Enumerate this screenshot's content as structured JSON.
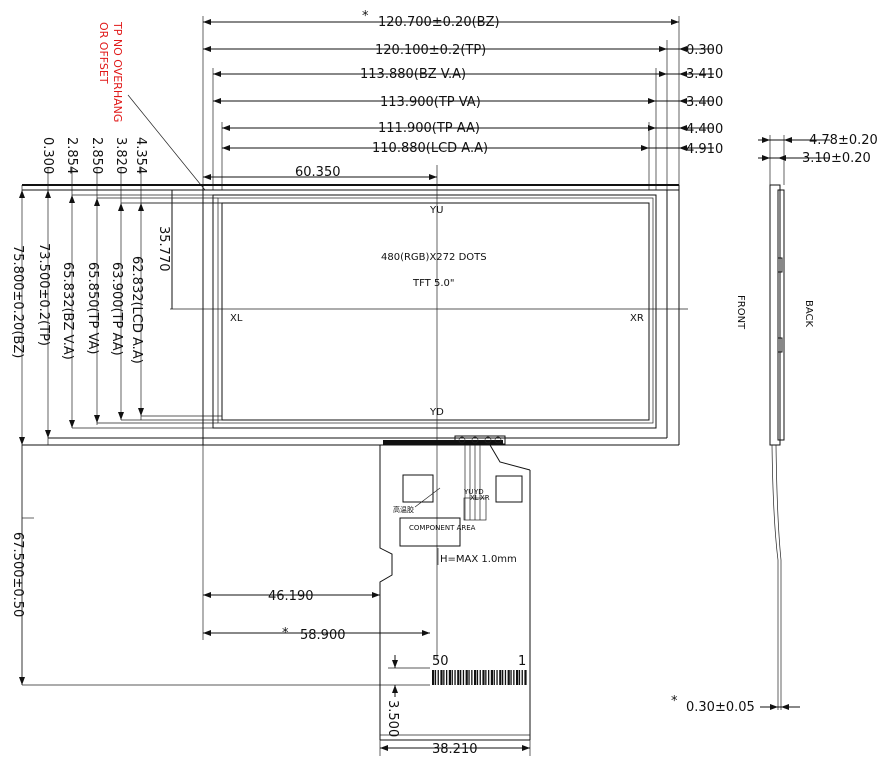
{
  "colors": {
    "line": "#111111",
    "note": "#e01818",
    "background": "#ffffff"
  },
  "note": {
    "line1": "TP NO OVERHANG",
    "line2": "OR OFFSET"
  },
  "dimensions": {
    "bz_width": "120.700±0.20(BZ)",
    "tp_width": "120.100±0.2(TP)",
    "bz_va_width": "113.880(BZ V.A)",
    "tp_va_width": "113.900(TP VA)",
    "tp_aa_width": "111.900(TP AA)",
    "lcd_aa_width": "110.880(LCD A.A)",
    "right_0300": "0.300",
    "right_3410": "3.410",
    "right_3400": "3.400",
    "right_4400": "4.400",
    "right_4910": "4.910",
    "center_x": "60.350",
    "center_y": "35.770",
    "left_0300": "0.300",
    "left_2854": "2.854",
    "left_2850": "2.850",
    "left_3820": "3.820",
    "left_4354": "4.354",
    "bz_height": "75.800±0.20(BZ)",
    "tp_height": "73.500±0.2(TP)",
    "bz_va_height": "65.832(BZ V.A)",
    "tp_va_height": "65.850(TP VA)",
    "tp_aa_height": "63.900(TP AA)",
    "lcd_aa_height": "62.832(LCD A.A)",
    "fpc_offset_1": "46.190",
    "fpc_offset_2": "58.900",
    "total_height": "67.500±0.50",
    "fpc_width": "38.210",
    "pad_height": "3.500",
    "side_total": "4.78±0.20",
    "side_body": "3.10±0.20",
    "fpc_thickness": "0.30±0.05"
  },
  "labels": {
    "yu": "YU",
    "yd": "YD",
    "xl": "XL",
    "xr": "XR",
    "resolution": "480(RGB)X272 DOTS",
    "panel_type": "TFT 5.0\"",
    "front": "FRONT",
    "back": "BACK",
    "component_area": "COMPONENT AREA",
    "chinese_label": "高温胶",
    "fpc_height": "H=MAX 1.0mm",
    "pin_50": "50",
    "pin_1": "1",
    "pin_yu": "YU",
    "pin_yd": "YD",
    "pin_xl": "XL",
    "pin_xr": "XR"
  }
}
